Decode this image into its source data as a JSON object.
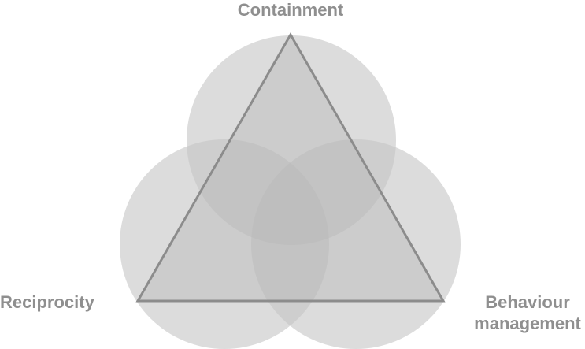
{
  "diagram": {
    "labels": {
      "top": "Containment",
      "left": "Reciprocity",
      "right_line1": "Behaviour",
      "right_line2": "management"
    },
    "colors": {
      "background": "#ffffff",
      "circle_fill": "#c4c4c4",
      "circle_opacity": 0.6,
      "triangle_fill": "#a8a8a8",
      "triangle_opacity": 0.3,
      "triangle_stroke": "#8c8c8c",
      "label_color": "#8f8f8f"
    }
  }
}
